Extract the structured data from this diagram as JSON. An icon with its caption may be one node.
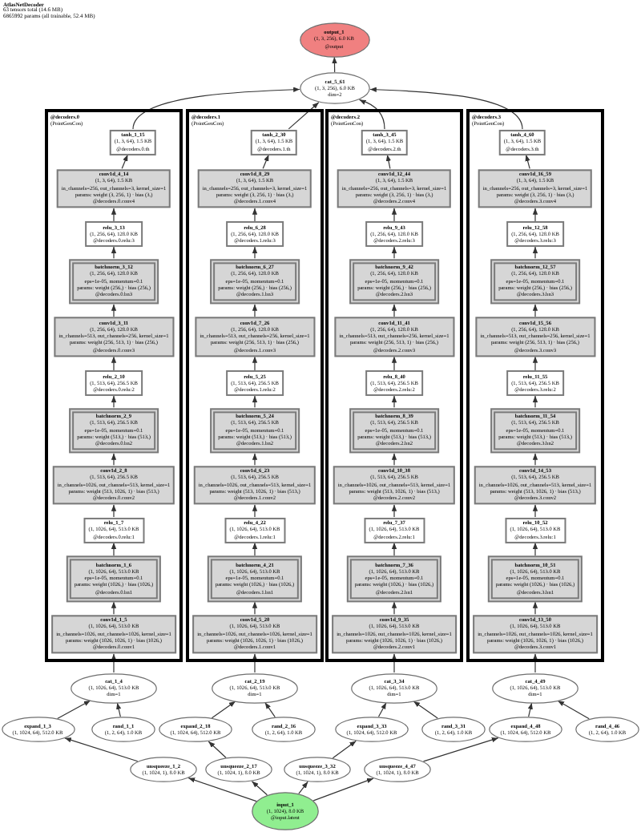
{
  "diagram": {
    "title": "AtlasNetDecoder",
    "labels": [
      "63 tensors total (14.6 MB)",
      "6865992 params (all trainable, 52.4 MB)"
    ],
    "nodes": [
      {
        "text": [
          "output_1",
          "(1, 3, 256), 6.0 KB",
          "@output"
        ]
      },
      {
        "text": [
          "cat_5_61",
          "(1, 3, 256), 6.0 KB",
          "dim=2"
        ]
      },
      {
        "text": [
          "@decoders.0",
          "(PointGenCon)"
        ]
      },
      {
        "text": [
          "tanh_1_15",
          "(1, 3, 64), 1.5 KB",
          "@decoders.0.th"
        ],
        "in": 2
      },
      {
        "text": [
          "conv1d_4_14",
          "(1, 3, 64), 1.5 KB",
          "in_channels=256, out_channels=3, kernel_size=1",
          "params: weight (3, 256, 1) · bias (3,)",
          "@decoders.0.conv4"
        ],
        "in": 2
      },
      {
        "text": [
          "relu_3_13",
          "(1, 256, 64), 128.0 KB",
          "@decoders.0.relu:3"
        ],
        "in": 2
      },
      {
        "text": [
          "batchnorm_3_12",
          "(1, 256, 64), 128.0 KB",
          "eps=1e-05, momentum=0.1",
          "params: weight (256,) · bias (256,)",
          "@decoders.0.bn3"
        ],
        "in": 2
      },
      {
        "text": [
          "conv1d_3_11",
          "(1, 256, 64), 128.0 KB",
          "in_channels=513, out_channels=256, kernel_size=1",
          "params: weight (256, 513, 1) · bias (256,)",
          "@decoders.0.conv3"
        ],
        "in": 2
      },
      {
        "text": [
          "relu_2_10",
          "(1, 513, 64), 256.5 KB",
          "@decoders.0.relu:2"
        ],
        "in": 2
      },
      {
        "text": [
          "batchnorm_2_9",
          "(1, 513, 64), 256.5 KB",
          "eps=1e-05, momentum=0.1",
          "params: weight (513,) · bias (513,)",
          "@decoders.0.bn2"
        ],
        "in": 2
      },
      {
        "text": [
          "conv1d_2_8",
          "(1, 513, 64), 256.5 KB",
          "in_channels=1026, out_channels=513, kernel_size=1",
          "params: weight (513, 1026, 1) · bias (513,)",
          "@decoders.0.conv2"
        ],
        "in": 2
      },
      {
        "text": [
          "relu_1_7",
          "(1, 1026, 64), 513.0 KB",
          "@decoders.0.relu:1"
        ],
        "in": 2
      },
      {
        "text": [
          "batchnorm_1_6",
          "(1, 1026, 64), 513.0 KB",
          "eps=1e-05, momentum=0.1",
          "params: weight (1026,) · bias (1026,)",
          "@decoders.0.bn1"
        ],
        "in": 2
      },
      {
        "text": [
          "conv1d_1_5",
          "(1, 1026, 64), 513.0 KB",
          "in_channels=1026, out_channels=1026, kernel_size=1",
          "params: weight (1026, 1026, 1) · bias (1026,)",
          "@decoders.0.conv1"
        ],
        "in": 2
      },
      {
        "text": [
          "@decoders.1",
          "(PointGenCon)"
        ]
      },
      {
        "text": [
          "tanh_2_30",
          "(1, 3, 64), 1.5 KB",
          "@decoders.1.th"
        ],
        "in": 14
      },
      {
        "text": [
          "conv1d_8_29",
          "(1, 3, 64), 1.5 KB",
          "in_channels=256, out_channels=3, kernel_size=1",
          "params: weight (3, 256, 1) · bias (3,)",
          "@decoders.1.conv4"
        ],
        "in": 14
      },
      {
        "text": [
          "relu_6_28",
          "(1, 256, 64), 128.0 KB",
          "@decoders.1.relu:3"
        ],
        "in": 14
      },
      {
        "text": [
          "batchnorm_6_27",
          "(1, 256, 64), 128.0 KB",
          "eps=1e-05, momentum=0.1",
          "params: weight (256,) · bias (256,)",
          "@decoders.1.bn3"
        ],
        "in": 14
      },
      {
        "text": [
          "conv1d_7_26",
          "(1, 256, 64), 128.0 KB",
          "in_channels=513, out_channels=256, kernel_size=1",
          "params: weight (256, 513, 1) · bias (256,)",
          "@decoders.1.conv3"
        ],
        "in": 14
      },
      {
        "text": [
          "relu_5_25",
          "(1, 513, 64), 256.5 KB",
          "@decoders.1.relu:2"
        ],
        "in": 14
      },
      {
        "text": [
          "batchnorm_5_24",
          "(1, 513, 64), 256.5 KB",
          "eps=1e-05, momentum=0.1",
          "params: weight (513,) · bias (513,)",
          "@decoders.1.bn2"
        ],
        "in": 14
      },
      {
        "text": [
          "conv1d_6_23",
          "(1, 513, 64), 256.5 KB",
          "in_channels=1026, out_channels=513, kernel_size=1",
          "params: weight (513, 1026, 1) · bias (513,)",
          "@decoders.1.conv2"
        ],
        "in": 14
      },
      {
        "text": [
          "relu_4_22",
          "(1, 1026, 64), 513.0 KB",
          "@decoders.1.relu:1"
        ],
        "in": 14
      },
      {
        "text": [
          "batchnorm_4_21",
          "(1, 1026, 64), 513.0 KB",
          "eps=1e-05, momentum=0.1",
          "params: weight (1026,) · bias (1026,)",
          "@decoders.1.bn1"
        ],
        "in": 14
      },
      {
        "text": [
          "conv1d_5_20",
          "(1, 1026, 64), 513.0 KB",
          "in_channels=1026, out_channels=1026, kernel_size=1",
          "params: weight (1026, 1026, 1) · bias (1026,)",
          "@decoders.1.conv1"
        ],
        "in": 14
      },
      {
        "text": [
          "@decoders.2",
          "(PointGenCon)"
        ]
      },
      {
        "text": [
          "tanh_3_45",
          "(1, 3, 64), 1.5 KB",
          "@decoders.2.th"
        ],
        "in": 26
      },
      {
        "text": [
          "conv1d_12_44",
          "(1, 3, 64), 1.5 KB",
          "in_channels=256, out_channels=3, kernel_size=1",
          "params: weight (3, 256, 1) · bias (3,)",
          "@decoders.2.conv4"
        ],
        "in": 26
      },
      {
        "text": [
          "relu_9_43",
          "(1, 256, 64), 128.0 KB",
          "@decoders.2.relu:3"
        ],
        "in": 26
      },
      {
        "text": [
          "batchnorm_9_42",
          "(1, 256, 64), 128.0 KB",
          "eps=1e-05, momentum=0.1",
          "params: weight (256,) · bias (256,)",
          "@decoders.2.bn3"
        ],
        "in": 26
      },
      {
        "text": [
          "conv1d_11_41",
          "(1, 256, 64), 128.0 KB",
          "in_channels=513, out_channels=256, kernel_size=1",
          "params: weight (256, 513, 1) · bias (256,)",
          "@decoders.2.conv3"
        ],
        "in": 26
      },
      {
        "text": [
          "relu_8_40",
          "(1, 513, 64), 256.5 KB",
          "@decoders.2.relu:2"
        ],
        "in": 26
      },
      {
        "text": [
          "batchnorm_8_39",
          "(1, 513, 64), 256.5 KB",
          "eps=1e-05, momentum=0.1",
          "params: weight (513,) · bias (513,)",
          "@decoders.2.bn2"
        ],
        "in": 26
      },
      {
        "text": [
          "conv1d_10_38",
          "(1, 513, 64), 256.5 KB",
          "in_channels=1026, out_channels=513, kernel_size=1",
          "params: weight (513, 1026, 1) · bias (513,)",
          "@decoders.2.conv2"
        ],
        "in": 26
      },
      {
        "text": [
          "relu_7_37",
          "(1, 1026, 64), 513.0 KB",
          "@decoders.2.relu:1"
        ],
        "in": 26
      },
      {
        "text": [
          "batchnorm_7_36",
          "(1, 1026, 64), 513.0 KB",
          "eps=1e-05, momentum=0.1",
          "params: weight (1026,) · bias (1026,)",
          "@decoders.2.bn1"
        ],
        "in": 26
      },
      {
        "text": [
          "conv1d_9_35",
          "(1, 1026, 64), 513.0 KB",
          "in_channels=1026, out_channels=1026, kernel_size=1",
          "params: weight (1026, 1026, 1) · bias (1026,)",
          "@decoders.2.conv1"
        ],
        "in": 26
      },
      {
        "text": [
          "@decoders.3",
          "(PointGenCon)"
        ]
      },
      {
        "text": [
          "tanh_4_60",
          "(1, 3, 64), 1.5 KB",
          "@decoders.3.th"
        ],
        "in": 38
      },
      {
        "text": [
          "conv1d_16_59",
          "(1, 3, 64), 1.5 KB",
          "in_channels=256, out_channels=3, kernel_size=1",
          "params: weight (3, 256, 1) · bias (3,)",
          "@decoders.3.conv4"
        ],
        "in": 38
      },
      {
        "text": [
          "relu_12_58",
          "(1, 256, 64), 128.0 KB",
          "@decoders.3.relu:3"
        ],
        "in": 38
      },
      {
        "text": [
          "batchnorm_12_57",
          "(1, 256, 64), 128.0 KB",
          "eps=1e-05, momentum=0.1",
          "params: weight (256,) · bias (256,)",
          "@decoders.3.bn3"
        ],
        "in": 38
      },
      {
        "text": [
          "conv1d_15_56",
          "(1, 256, 64), 128.0 KB",
          "in_channels=513, out_channels=256, kernel_size=1",
          "params: weight (256, 513, 1) · bias (256,)",
          "@decoders.3.conv3"
        ],
        "in": 38
      },
      {
        "text": [
          "relu_11_55",
          "(1, 513, 64), 256.5 KB",
          "@decoders.3.relu:2"
        ],
        "in": 38
      },
      {
        "text": [
          "batchnorm_11_54",
          "(1, 513, 64), 256.5 KB",
          "eps=1e-05, momentum=0.1",
          "params: weight (513,) · bias (513,)",
          "@decoders.3.bn2"
        ],
        "in": 38
      },
      {
        "text": [
          "conv1d_14_53",
          "(1, 513, 64), 256.5 KB",
          "in_channels=1026, out_channels=513, kernel_size=1",
          "params: weight (513, 1026, 1) · bias (513,)",
          "@decoders.3.conv2"
        ],
        "in": 38
      },
      {
        "text": [
          "relu_10_52",
          "(1, 1026, 64), 513.0 KB",
          "@decoders.3.relu:1"
        ],
        "in": 38
      },
      {
        "text": [
          "batchnorm_10_51",
          "(1, 1026, 64), 513.0 KB",
          "eps=1e-05, momentum=0.1",
          "params: weight (1026,) · bias (1026,)",
          "@decoders.3.bn1"
        ],
        "in": 38
      },
      {
        "text": [
          "conv1d_13_50",
          "(1, 1026, 64), 513.0 KB",
          "in_channels=1026, out_channels=1026, kernel_size=1",
          "params: weight (1026, 1026, 1) · bias (1026,)",
          "@decoders.3.conv1"
        ],
        "in": 38
      },
      {
        "text": [
          "cat_1_4",
          "(1, 1026, 64), 513.0 KB",
          "dim=1"
        ]
      },
      {
        "text": [
          "cat_2_19",
          "(1, 1026, 64), 513.0 KB",
          "dim=1"
        ]
      },
      {
        "text": [
          "cat_3_34",
          "(1, 1026, 64), 513.0 KB",
          "dim=1"
        ]
      },
      {
        "text": [
          "cat_4_49",
          "(1, 1026, 64), 513.0 KB",
          "dim=1"
        ]
      },
      {
        "text": [
          "expand_1_3",
          "(1, 1024, 64), 512.0 KB"
        ]
      },
      {
        "text": [
          "rand_1_1",
          "(1, 2, 64), 1.0 KB"
        ]
      },
      {
        "text": [
          "expand_2_18",
          "(1, 1024, 64), 512.0 KB"
        ]
      },
      {
        "text": [
          "rand_2_16",
          "(1, 2, 64), 1.0 KB"
        ]
      },
      {
        "text": [
          "expand_3_33",
          "(1, 1024, 64), 512.0 KB"
        ]
      },
      {
        "text": [
          "rand_3_31",
          "(1, 2, 64), 1.0 KB"
        ]
      },
      {
        "text": [
          "expand_4_48",
          "(1, 1024, 64), 512.0 KB"
        ]
      },
      {
        "text": [
          "rand_4_46",
          "(1, 2, 64), 1.0 KB"
        ]
      },
      {
        "text": [
          "unsqueeze_1_2",
          "(1, 1024, 1), 8.0 KB"
        ]
      },
      {
        "text": [
          "unsqueeze_2_17",
          "(1, 1024, 1), 8.0 KB"
        ]
      },
      {
        "text": [
          "unsqueeze_3_32",
          "(1, 1024, 1), 8.0 KB"
        ]
      },
      {
        "text": [
          "unsqueeze_4_47",
          "(1, 1024, 1), 8.0 KB"
        ]
      },
      {
        "text": [
          "input_1",
          "(1, 1024), 8.0 KB",
          "@input.latent"
        ]
      }
    ],
    "edges": [
      {
        "from": 66,
        "to": 62,
        "arrow": "to"
      },
      {
        "from": 62,
        "to": 54,
        "arrow": "to"
      },
      {
        "from": 54,
        "to": 50,
        "arrow": "to"
      },
      {
        "from": 55,
        "to": 50,
        "arrow": "to"
      },
      {
        "from": 50,
        "to": 13,
        "arrow": "to"
      },
      {
        "from": 13,
        "to": 12,
        "arrow": "to"
      },
      {
        "from": 12,
        "to": 11,
        "arrow": "to"
      },
      {
        "from": 11,
        "to": 10,
        "arrow": "to"
      },
      {
        "from": 10,
        "to": 9,
        "arrow": "to"
      },
      {
        "from": 9,
        "to": 8,
        "arrow": "to"
      },
      {
        "from": 8,
        "to": 7,
        "arrow": "to"
      },
      {
        "from": 7,
        "to": 6,
        "arrow": "to"
      },
      {
        "from": 6,
        "to": 5,
        "arrow": "to"
      },
      {
        "from": 5,
        "to": 4,
        "arrow": "to"
      },
      {
        "from": 4,
        "to": 3,
        "arrow": "to"
      },
      {
        "from": 3,
        "to": 1,
        "arrow": "to"
      },
      {
        "from": 66,
        "to": 63,
        "arrow": "to"
      },
      {
        "from": 63,
        "to": 56,
        "arrow": "to"
      },
      {
        "from": 56,
        "to": 51,
        "arrow": "to"
      },
      {
        "from": 57,
        "to": 51,
        "arrow": "to"
      },
      {
        "from": 51,
        "to": 25,
        "arrow": "to"
      },
      {
        "from": 25,
        "to": 24,
        "arrow": "to"
      },
      {
        "from": 24,
        "to": 23,
        "arrow": "to"
      },
      {
        "from": 23,
        "to": 22,
        "arrow": "to"
      },
      {
        "from": 22,
        "to": 21,
        "arrow": "to"
      },
      {
        "from": 21,
        "to": 20,
        "arrow": "to"
      },
      {
        "from": 20,
        "to": 19,
        "arrow": "to"
      },
      {
        "from": 19,
        "to": 18,
        "arrow": "to"
      },
      {
        "from": 18,
        "to": 17,
        "arrow": "to"
      },
      {
        "from": 17,
        "to": 16,
        "arrow": "to"
      },
      {
        "from": 16,
        "to": 15,
        "arrow": "to"
      },
      {
        "from": 15,
        "to": 1,
        "arrow": "to"
      },
      {
        "from": 66,
        "to": 64,
        "arrow": "to"
      },
      {
        "from": 64,
        "to": 58,
        "arrow": "to"
      },
      {
        "from": 58,
        "to": 52,
        "arrow": "to"
      },
      {
        "from": 59,
        "to": 52,
        "arrow": "to"
      },
      {
        "from": 52,
        "to": 37,
        "arrow": "to"
      },
      {
        "from": 37,
        "to": 36,
        "arrow": "to"
      },
      {
        "from": 36,
        "to": 35,
        "arrow": "to"
      },
      {
        "from": 35,
        "to": 34,
        "arrow": "to"
      },
      {
        "from": 34,
        "to": 33,
        "arrow": "to"
      },
      {
        "from": 33,
        "to": 32,
        "arrow": "to"
      },
      {
        "from": 32,
        "to": 31,
        "arrow": "to"
      },
      {
        "from": 31,
        "to": 30,
        "arrow": "to"
      },
      {
        "from": 30,
        "to": 29,
        "arrow": "to"
      },
      {
        "from": 29,
        "to": 28,
        "arrow": "to"
      },
      {
        "from": 28,
        "to": 27,
        "arrow": "to"
      },
      {
        "from": 27,
        "to": 1,
        "arrow": "to"
      },
      {
        "from": 66,
        "to": 65,
        "arrow": "to"
      },
      {
        "from": 65,
        "to": 60,
        "arrow": "to"
      },
      {
        "from": 60,
        "to": 53,
        "arrow": "to"
      },
      {
        "from": 61,
        "to": 53,
        "arrow": "to"
      },
      {
        "from": 53,
        "to": 49,
        "arrow": "to"
      },
      {
        "from": 49,
        "to": 48,
        "arrow": "to"
      },
      {
        "from": 48,
        "to": 47,
        "arrow": "to"
      },
      {
        "from": 47,
        "to": 46,
        "arrow": "to"
      },
      {
        "from": 46,
        "to": 45,
        "arrow": "to"
      },
      {
        "from": 45,
        "to": 44,
        "arrow": "to"
      },
      {
        "from": 44,
        "to": 43,
        "arrow": "to"
      },
      {
        "from": 43,
        "to": 42,
        "arrow": "to"
      },
      {
        "from": 42,
        "to": 41,
        "arrow": "to"
      },
      {
        "from": 41,
        "to": 40,
        "arrow": "to"
      },
      {
        "from": 40,
        "to": 39,
        "arrow": "to"
      },
      {
        "from": 39,
        "to": 1,
        "arrow": "to"
      },
      {
        "from": 1,
        "to": 0,
        "arrow": "to"
      }
    ]
  }
}
